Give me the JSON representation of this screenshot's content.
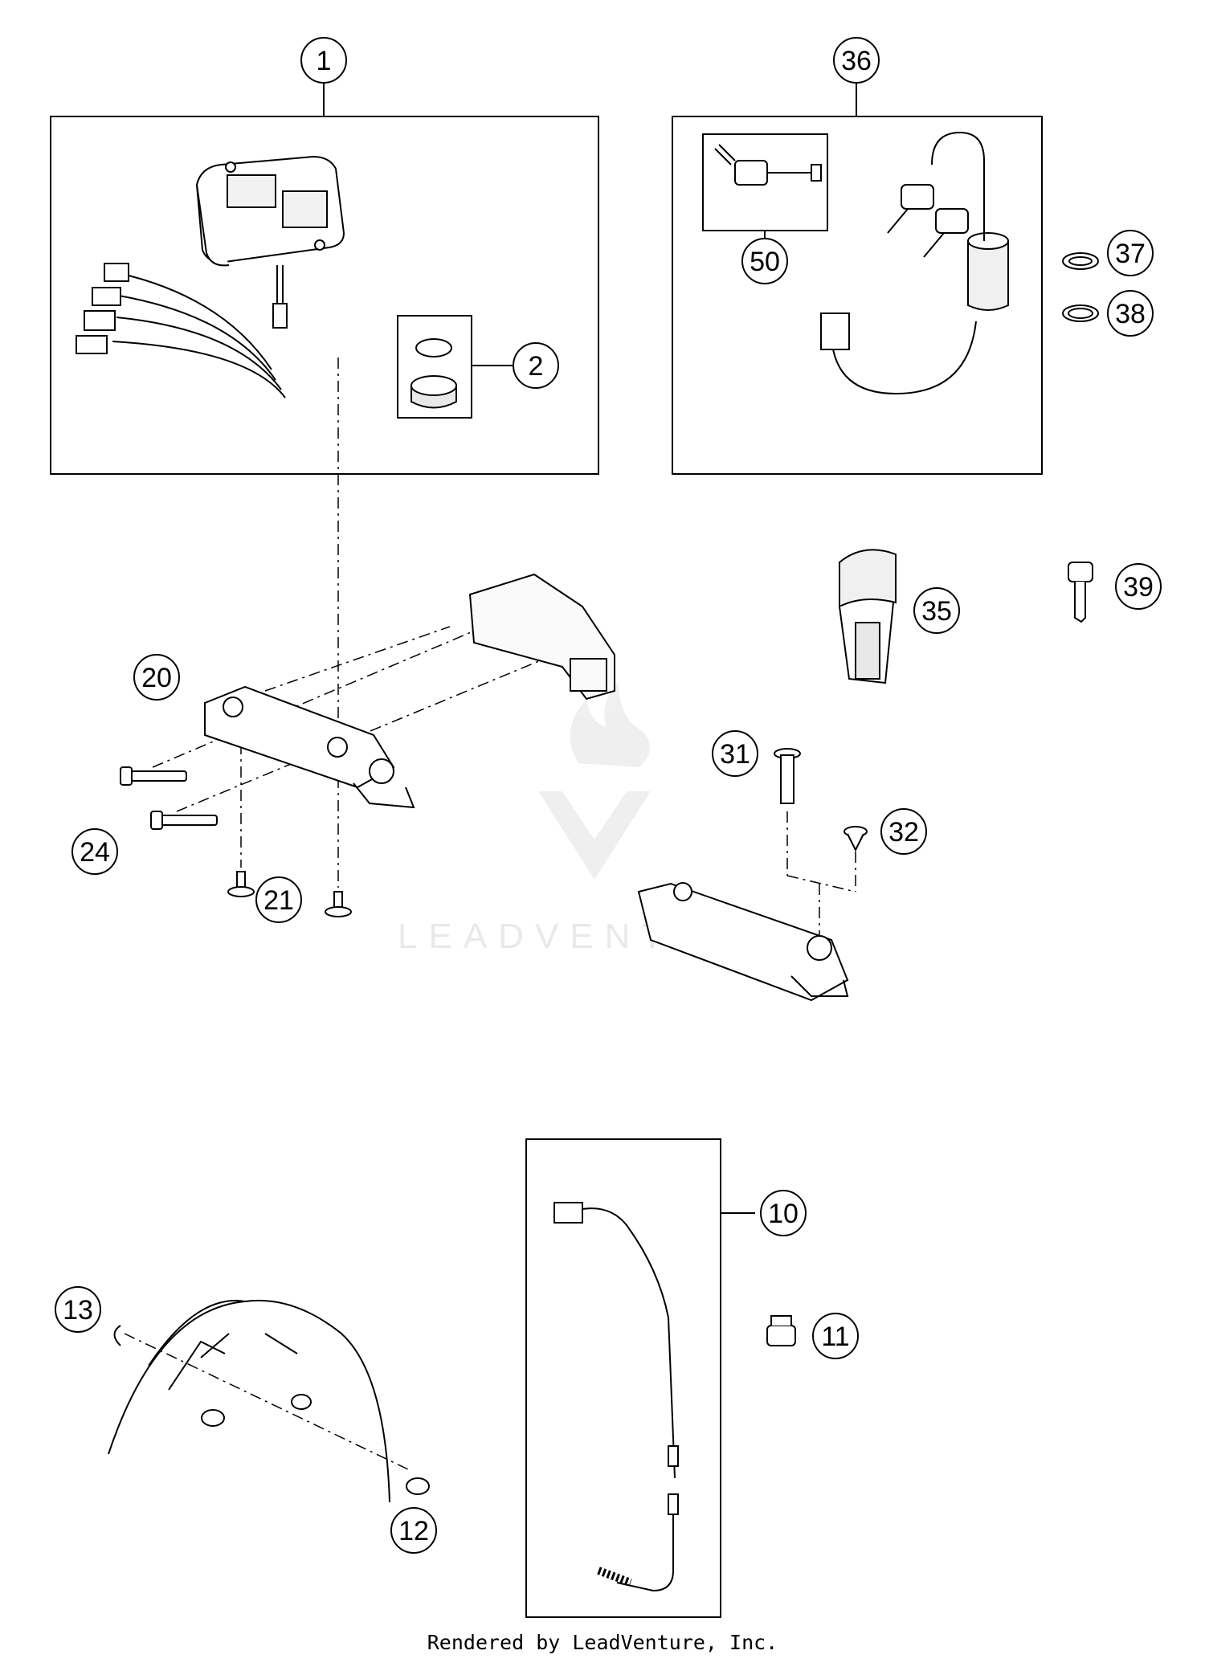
{
  "callouts": {
    "c1": "1",
    "c2": "2",
    "c10": "10",
    "c11": "11",
    "c12": "12",
    "c13": "13",
    "c20": "20",
    "c21": "21",
    "c24": "24",
    "c31": "31",
    "c32": "32",
    "c35": "35",
    "c36": "36",
    "c37": "37",
    "c38": "38",
    "c39": "39",
    "c50": "50"
  },
  "watermark": {
    "text": "LEADVENTURE"
  },
  "footer": {
    "credit": "Rendered by LeadVenture, Inc."
  }
}
